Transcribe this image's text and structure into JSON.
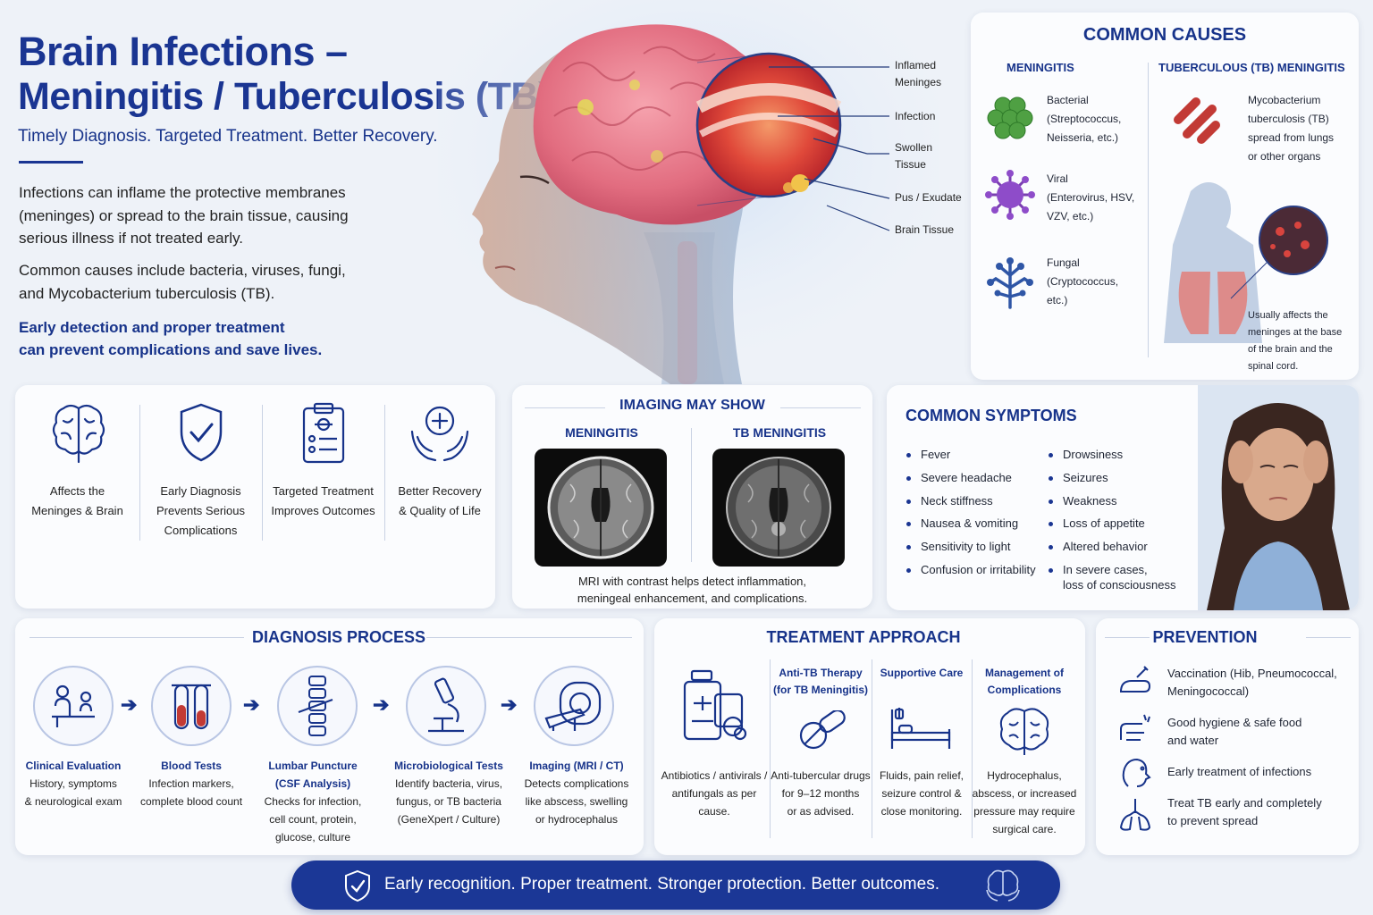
{
  "hero": {
    "title_line1": "Brain Infections –",
    "title_line2": "Meningitis / Tuberculosis (TB)",
    "tagline": "Timely Diagnosis. Targeted Treatment. Better Recovery.",
    "para1_line1": "Infections can inflame the protective membranes",
    "para1_line2": "(meninges) or spread to the brain tissue, causing",
    "para1_line3": "serious illness if not treated early.",
    "para2_line1": "Common causes include bacteria, viruses, fungi,",
    "para2_line2": "and Mycobacterium tuberculosis (TB).",
    "emph_line1": "Early detection and proper treatment",
    "emph_line2": "can prevent complications and save lives."
  },
  "brain_labels": {
    "inflamed_1": "Inflamed",
    "inflamed_2": "Meninges",
    "infection": "Infection",
    "swollen_1": "Swollen",
    "swollen_2": "Tissue",
    "pus": "Pus / Exudate",
    "tissue": "Brain Tissue"
  },
  "causes": {
    "title": "COMMON CAUSES",
    "col1": "MENINGITIS",
    "col2": "TUBERCULOUS (TB) MENINGITIS",
    "bacterial": [
      "Bacterial",
      "(Streptococcus,",
      "Neisseria, etc.)"
    ],
    "viral": [
      "Viral",
      "(Enterovirus, HSV,",
      "VZV, etc.)"
    ],
    "fungal": [
      "Fungal",
      "(Cryptococcus,",
      "etc.)"
    ],
    "tb": [
      "Mycobacterium",
      "tuberculosis (TB)",
      "spread from lungs",
      "or other organs"
    ],
    "tb_note": [
      "Usually affects the",
      "meninges at the base",
      "of the brain and the",
      "spinal cord."
    ]
  },
  "benefits": [
    {
      "l1": "Affects the",
      "l2": "Meninges & Brain",
      "l3": ""
    },
    {
      "l1": "Early Diagnosis",
      "l2": "Prevents Serious",
      "l3": "Complications"
    },
    {
      "l1": "Targeted Treatment",
      "l2": "Improves Outcomes",
      "l3": ""
    },
    {
      "l1": "Better Recovery",
      "l2": "& Quality of Life",
      "l3": ""
    }
  ],
  "imaging": {
    "title": "IMAGING MAY SHOW",
    "left": "MENINGITIS",
    "right": "TB MENINGITIS",
    "caption1": "MRI with contrast helps detect inflammation,",
    "caption2": "meningeal enhancement, and complications."
  },
  "symptoms": {
    "title": "COMMON SYMPTOMS",
    "col1": [
      "Fever",
      "Severe headache",
      "Neck stiffness",
      "Nausea & vomiting",
      "Sensitivity to light",
      "Confusion or irritability"
    ],
    "col2": [
      "Drowsiness",
      "Seizures",
      "Weakness",
      "Loss of appetite",
      "Altered behavior",
      "In severe cases,"
    ],
    "col2_extra": "loss of consciousness"
  },
  "diagnosis": {
    "title": "DIAGNOSIS PROCESS",
    "steps": [
      {
        "name": "Clinical Evaluation",
        "d1": "History, symptoms",
        "d2": "& neurological exam",
        "d3": "",
        "d4": ""
      },
      {
        "name": "Blood Tests",
        "d1": "Infection markers,",
        "d2": "complete blood count",
        "d3": "",
        "d4": ""
      },
      {
        "name": "Lumbar Puncture",
        "d1": "(CSF Analysis)",
        "d2": "Checks for infection,",
        "d3": "cell count, protein,",
        "d4": "glucose, culture"
      },
      {
        "name": "Microbiological Tests",
        "d1": "Identify bacteria, virus,",
        "d2": "fungus, or TB bacteria",
        "d3": "(GeneXpert / Culture)",
        "d4": ""
      },
      {
        "name": "Imaging (MRI / CT)",
        "d1": "Detects complications",
        "d2": "like abscess, swelling",
        "d3": "or hydrocephalus",
        "d4": ""
      }
    ]
  },
  "treatment": {
    "title": "TREATMENT APPROACH",
    "col1": {
      "h1": "",
      "h2": "",
      "d": [
        "Antibiotics / antivirals /",
        "antifungals as per",
        "cause."
      ]
    },
    "col2": {
      "h1": "Anti-TB Therapy",
      "h2": "(for TB Meningitis)",
      "d": [
        "Anti-tubercular drugs",
        "for 9–12 months",
        "or as advised."
      ]
    },
    "col3": {
      "h1": "Supportive Care",
      "h2": "",
      "d": [
        "Fluids, pain relief,",
        "seizure control &",
        "close monitoring."
      ]
    },
    "col4": {
      "h1": "Management of",
      "h2": "Complications",
      "d": [
        "Hydrocephalus,",
        "abscess, or increased",
        "pressure may require",
        "surgical care."
      ]
    }
  },
  "prevention": {
    "title": "PREVENTION",
    "items": [
      {
        "l1": "Vaccination (Hib, Pneumococcal,",
        "l2": "Meningococcal)"
      },
      {
        "l1": "Good hygiene & safe food",
        "l2": "and water"
      },
      {
        "l1": "Early treatment of infections",
        "l2": ""
      },
      {
        "l1": "Treat TB early and completely",
        "l2": "to prevent spread"
      }
    ]
  },
  "footer": {
    "text": "Early recognition. Proper treatment. Stronger protection. Better outcomes."
  },
  "colors": {
    "navy": "#17338a",
    "banner": "#1b3796",
    "brain_pink": "#e87a88",
    "inflame_red": "#d8322b"
  },
  "icons": [
    "brain-icon",
    "shield-check-icon",
    "clipboard-icon",
    "hands-plus-icon",
    "bacteria-icon",
    "virus-icon",
    "fungus-icon",
    "tb-bacilli-icon",
    "doctor-patient-icon",
    "blood-tube-icon",
    "spine-needle-icon",
    "microscope-icon",
    "mri-scanner-icon",
    "medicine-bottle-icon",
    "pills-icon",
    "hospital-bed-icon",
    "vaccine-icon",
    "handwash-icon",
    "lungs-icon"
  ]
}
